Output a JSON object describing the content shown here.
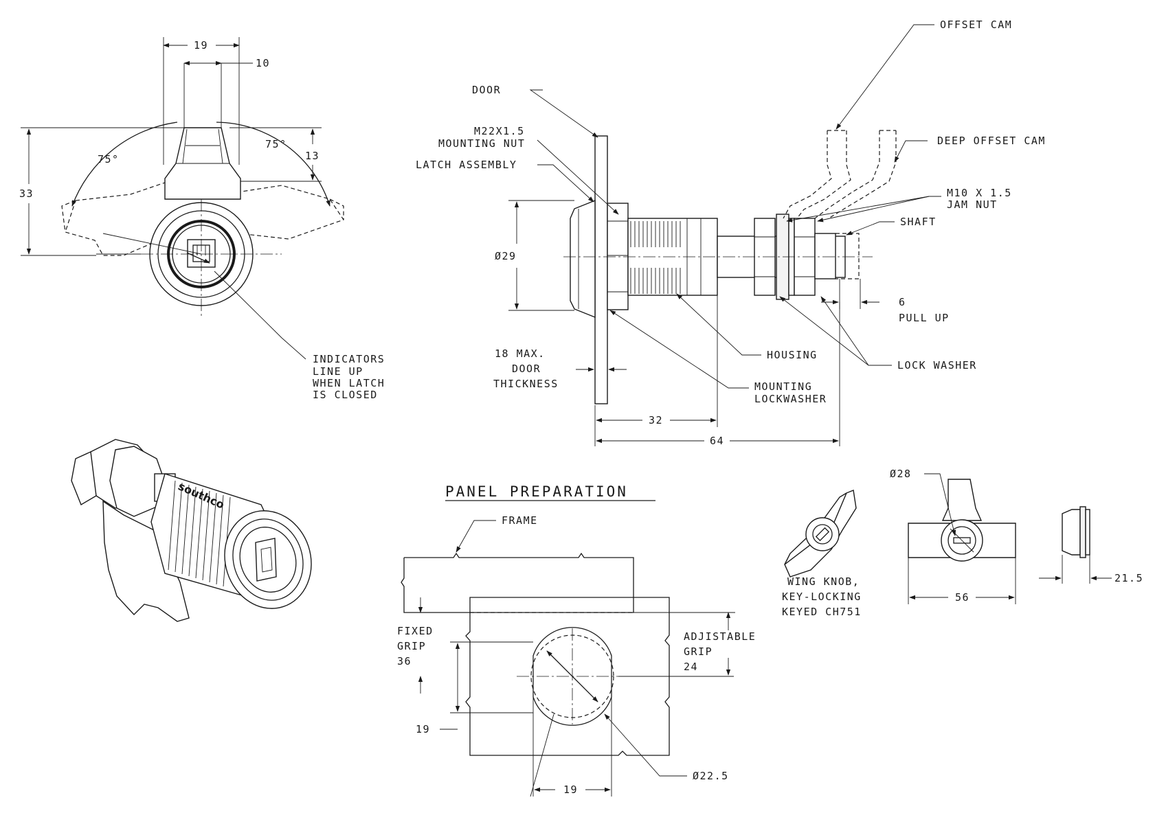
{
  "labels": {
    "dim_19_top": "19",
    "dim_10": "10",
    "dim_75_left": "75°",
    "dim_75_right": "75°",
    "dim_13": "13",
    "dim_33": "33",
    "indicators": [
      "INDICATORS",
      "LINE UP",
      "WHEN LATCH",
      "IS CLOSED"
    ],
    "offset_cam": "OFFSET CAM",
    "door": "DOOR",
    "mounting_nut": [
      "M22X1.5",
      "MOUNTING NUT"
    ],
    "latch_assembly": "LATCH ASSEMBLY",
    "deep_offset_cam": "DEEP OFFSET CAM",
    "jam_nut": [
      "M10 X 1.5",
      "JAM NUT"
    ],
    "shaft": "SHAFT",
    "dia_29": "Ø29",
    "pull_up_value": "6",
    "pull_up": "PULL UP",
    "housing": "HOUSING",
    "lock_washer": "LOCK WASHER",
    "door_thickness": [
      "18 MAX.",
      "DOOR",
      "THICKNESS"
    ],
    "mounting_lockwasher": [
      "MOUNTING",
      "LOCKWASHER"
    ],
    "dim_32": "32",
    "dim_64": "64",
    "panel_preparation": "PANEL PREPARATION",
    "frame": "FRAME",
    "fixed_grip": [
      "FIXED",
      "GRIP",
      "36"
    ],
    "adjustable_grip": [
      "ADJISTABLE",
      "GRIP",
      "24"
    ],
    "dim_19_left": "19",
    "dim_19_bottom": "19",
    "dia_22_5": "Ø22.5",
    "wing_knob": [
      "WING KNOB,",
      "KEY-LOCKING",
      "KEYED CH751"
    ],
    "dia_28": "Ø28",
    "dim_56": "56",
    "dim_21_5": "21.5",
    "brand_engraving": "southco"
  }
}
